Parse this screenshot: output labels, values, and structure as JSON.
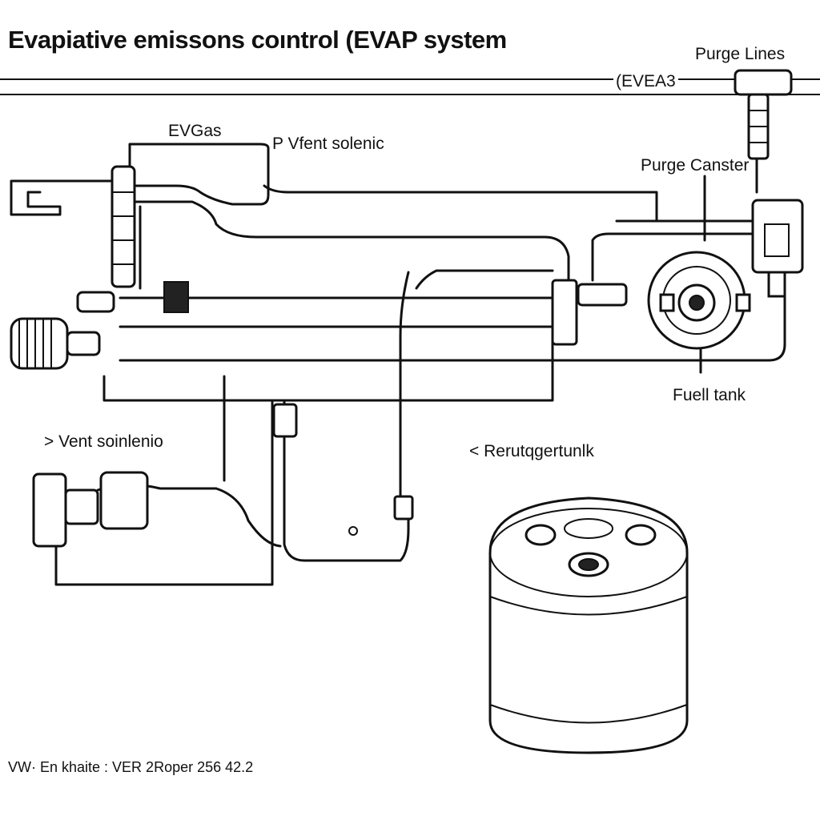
{
  "title": "Evapiative emissons coıntrol (EVAP system",
  "labels": {
    "purge_lines": "Purge Lines",
    "evea_tag": "(EVEA3",
    "evgas": "EVGas",
    "vent_solenic": "P Vfent solenic",
    "purge_canster": "Purge Canster",
    "fuel_tank": "Fuell tank",
    "vent_solenoid_left": "˃ Vent soinlenio",
    "rerutq": "< Rerutqgertunlk"
  },
  "footer": "VW· En khaite : VER 2Roper 256 42.2",
  "icons": [
    "vent-solenoid-icon",
    "purge-valve-icon",
    "canister-icon",
    "fuel-tank-icon",
    "connector-icon"
  ]
}
